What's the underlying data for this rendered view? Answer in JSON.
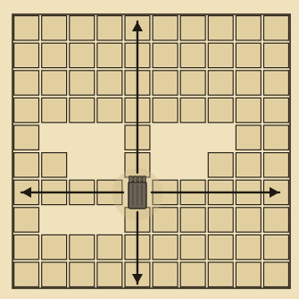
{
  "board": {
    "rows": 10,
    "cols": 10,
    "piece": {
      "name": "rook-piece",
      "row": 6,
      "col": 4
    },
    "empty_cells": [
      {
        "row": 4,
        "col": 1
      },
      {
        "row": 4,
        "col": 2
      },
      {
        "row": 4,
        "col": 3
      },
      {
        "row": 4,
        "col": 5
      },
      {
        "row": 4,
        "col": 6
      },
      {
        "row": 4,
        "col": 7
      },
      {
        "row": 5,
        "col": 2
      },
      {
        "row": 5,
        "col": 3
      },
      {
        "row": 5,
        "col": 5
      },
      {
        "row": 5,
        "col": 6
      },
      {
        "row": 7,
        "col": 1
      },
      {
        "row": 7,
        "col": 2
      },
      {
        "row": 7,
        "col": 3
      }
    ],
    "moves": [
      {
        "name": "arrow-up",
        "direction": "up"
      },
      {
        "name": "arrow-down",
        "direction": "down"
      },
      {
        "name": "arrow-left",
        "direction": "left"
      },
      {
        "name": "arrow-right",
        "direction": "right"
      }
    ],
    "colors": {
      "paper": "#efe2bd",
      "cell": "#e7d6a8",
      "cell_shade": "#d9c493",
      "line": "#2b2418",
      "arrow": "#1e1a12"
    }
  }
}
